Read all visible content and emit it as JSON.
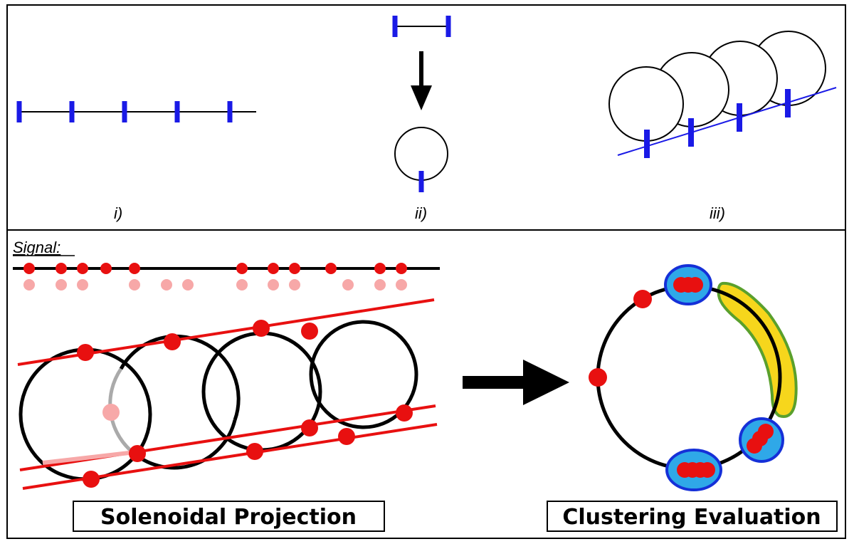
{
  "panel_labels": {
    "i": "i)",
    "ii": "ii)",
    "iii": "iii)"
  },
  "signal_label": "Signal:",
  "solenoidal_label": "Solenoidal Projection",
  "clustering_label": "Clustering Evaluation",
  "colors": {
    "tick": "#1a1ae6",
    "signal_point": "#e81010",
    "faded_point": "#f7a8a8",
    "cluster_fill": "#2fa8e8",
    "cluster_border": "#1530d8",
    "arc_fill": "#f6d61c",
    "arc_border": "#5aa02c",
    "projection_line": "#e81010"
  }
}
